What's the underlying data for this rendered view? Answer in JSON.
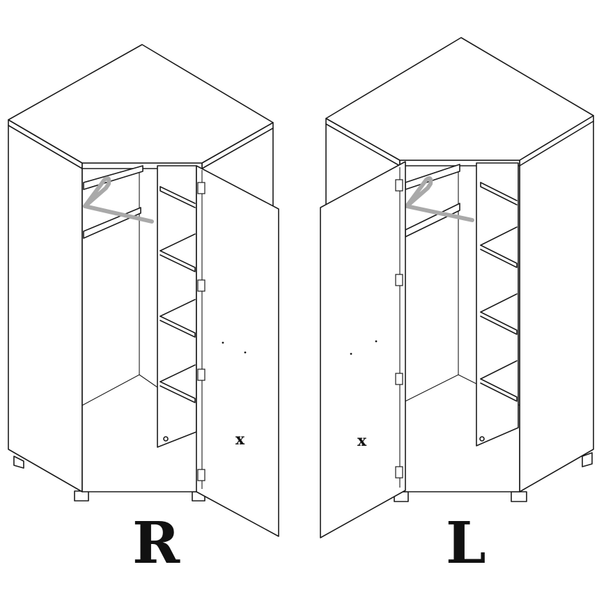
{
  "labels": {
    "right_variant": "R",
    "left_variant": "L",
    "door_mark_right": "x",
    "door_mark_left": "x"
  },
  "colors": {
    "line": "#1a1a1a",
    "hanger": "#a9a9a9",
    "background": "#ffffff"
  }
}
